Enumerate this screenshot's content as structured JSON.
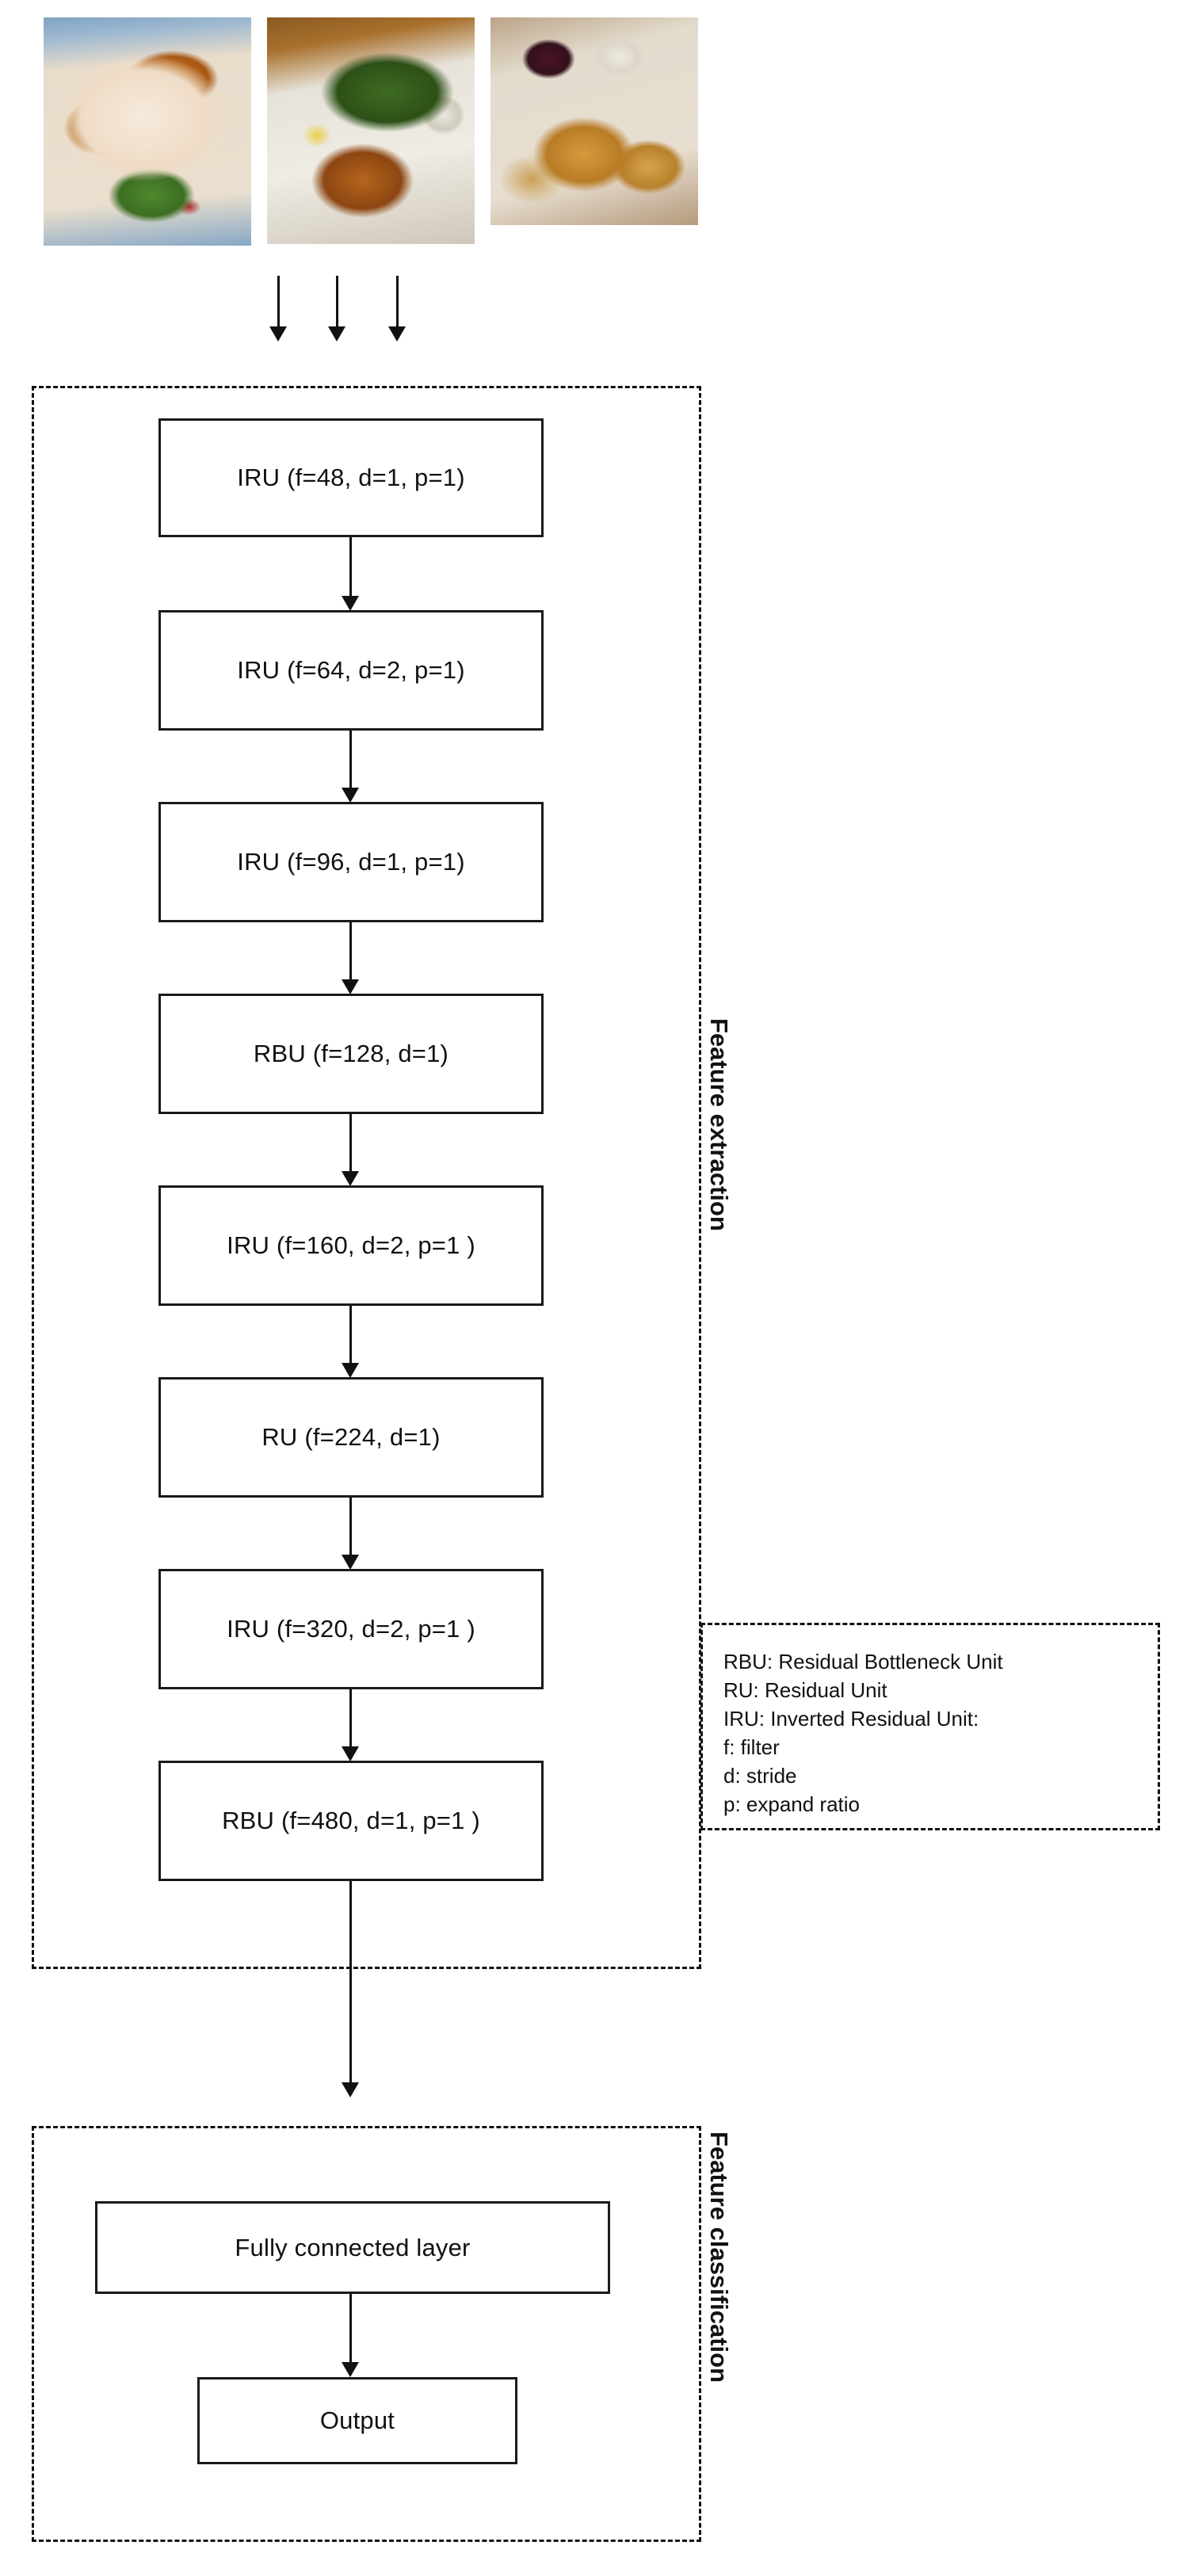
{
  "figure": {
    "title": "CNN architecture block diagram",
    "input_images": [
      {
        "name": "food-photo-1",
        "alt": "plate with breaded fish, roasted potatoes and salad"
      },
      {
        "name": "food-photo-2",
        "alt": "plate with green beans, lemon wedge and crusted salmon"
      },
      {
        "name": "food-photo-3",
        "alt": "fried chicken tenders with two dipping sauces"
      }
    ],
    "input_arrows": 3
  },
  "feature_extraction": {
    "label": "Feature extraction",
    "blocks": [
      {
        "name": "iru-48",
        "text": "IRU (f=48, d=1, p=1)"
      },
      {
        "name": "iru-64",
        "text": "IRU (f=64, d=2, p=1)"
      },
      {
        "name": "iru-96",
        "text": "IRU (f=96, d=1, p=1)"
      },
      {
        "name": "rbu-128",
        "text": "RBU (f=128, d=1)"
      },
      {
        "name": "iru-160",
        "text": "IRU (f=160, d=2, p=1 )"
      },
      {
        "name": "ru-224",
        "text": "RU (f=224, d=1)"
      },
      {
        "name": "iru-320",
        "text": "IRU (f=320, d=2, p=1 )"
      },
      {
        "name": "rbu-480",
        "text": "RBU (f=480, d=1, p=1 )"
      }
    ]
  },
  "legend": {
    "lines": [
      "RBU: Residual Bottleneck Unit",
      "RU: Residual Unit",
      "IRU: Inverted Residual Unit:",
      "f: filter",
      "d: stride",
      "p: expand ratio"
    ]
  },
  "feature_classification": {
    "label": "Feature classification",
    "blocks": [
      {
        "name": "fully-connected-layer",
        "text": "Fully connected layer"
      },
      {
        "name": "output",
        "text": "Output"
      }
    ]
  },
  "colors": {
    "stroke": "#111111",
    "background": "#ffffff"
  }
}
